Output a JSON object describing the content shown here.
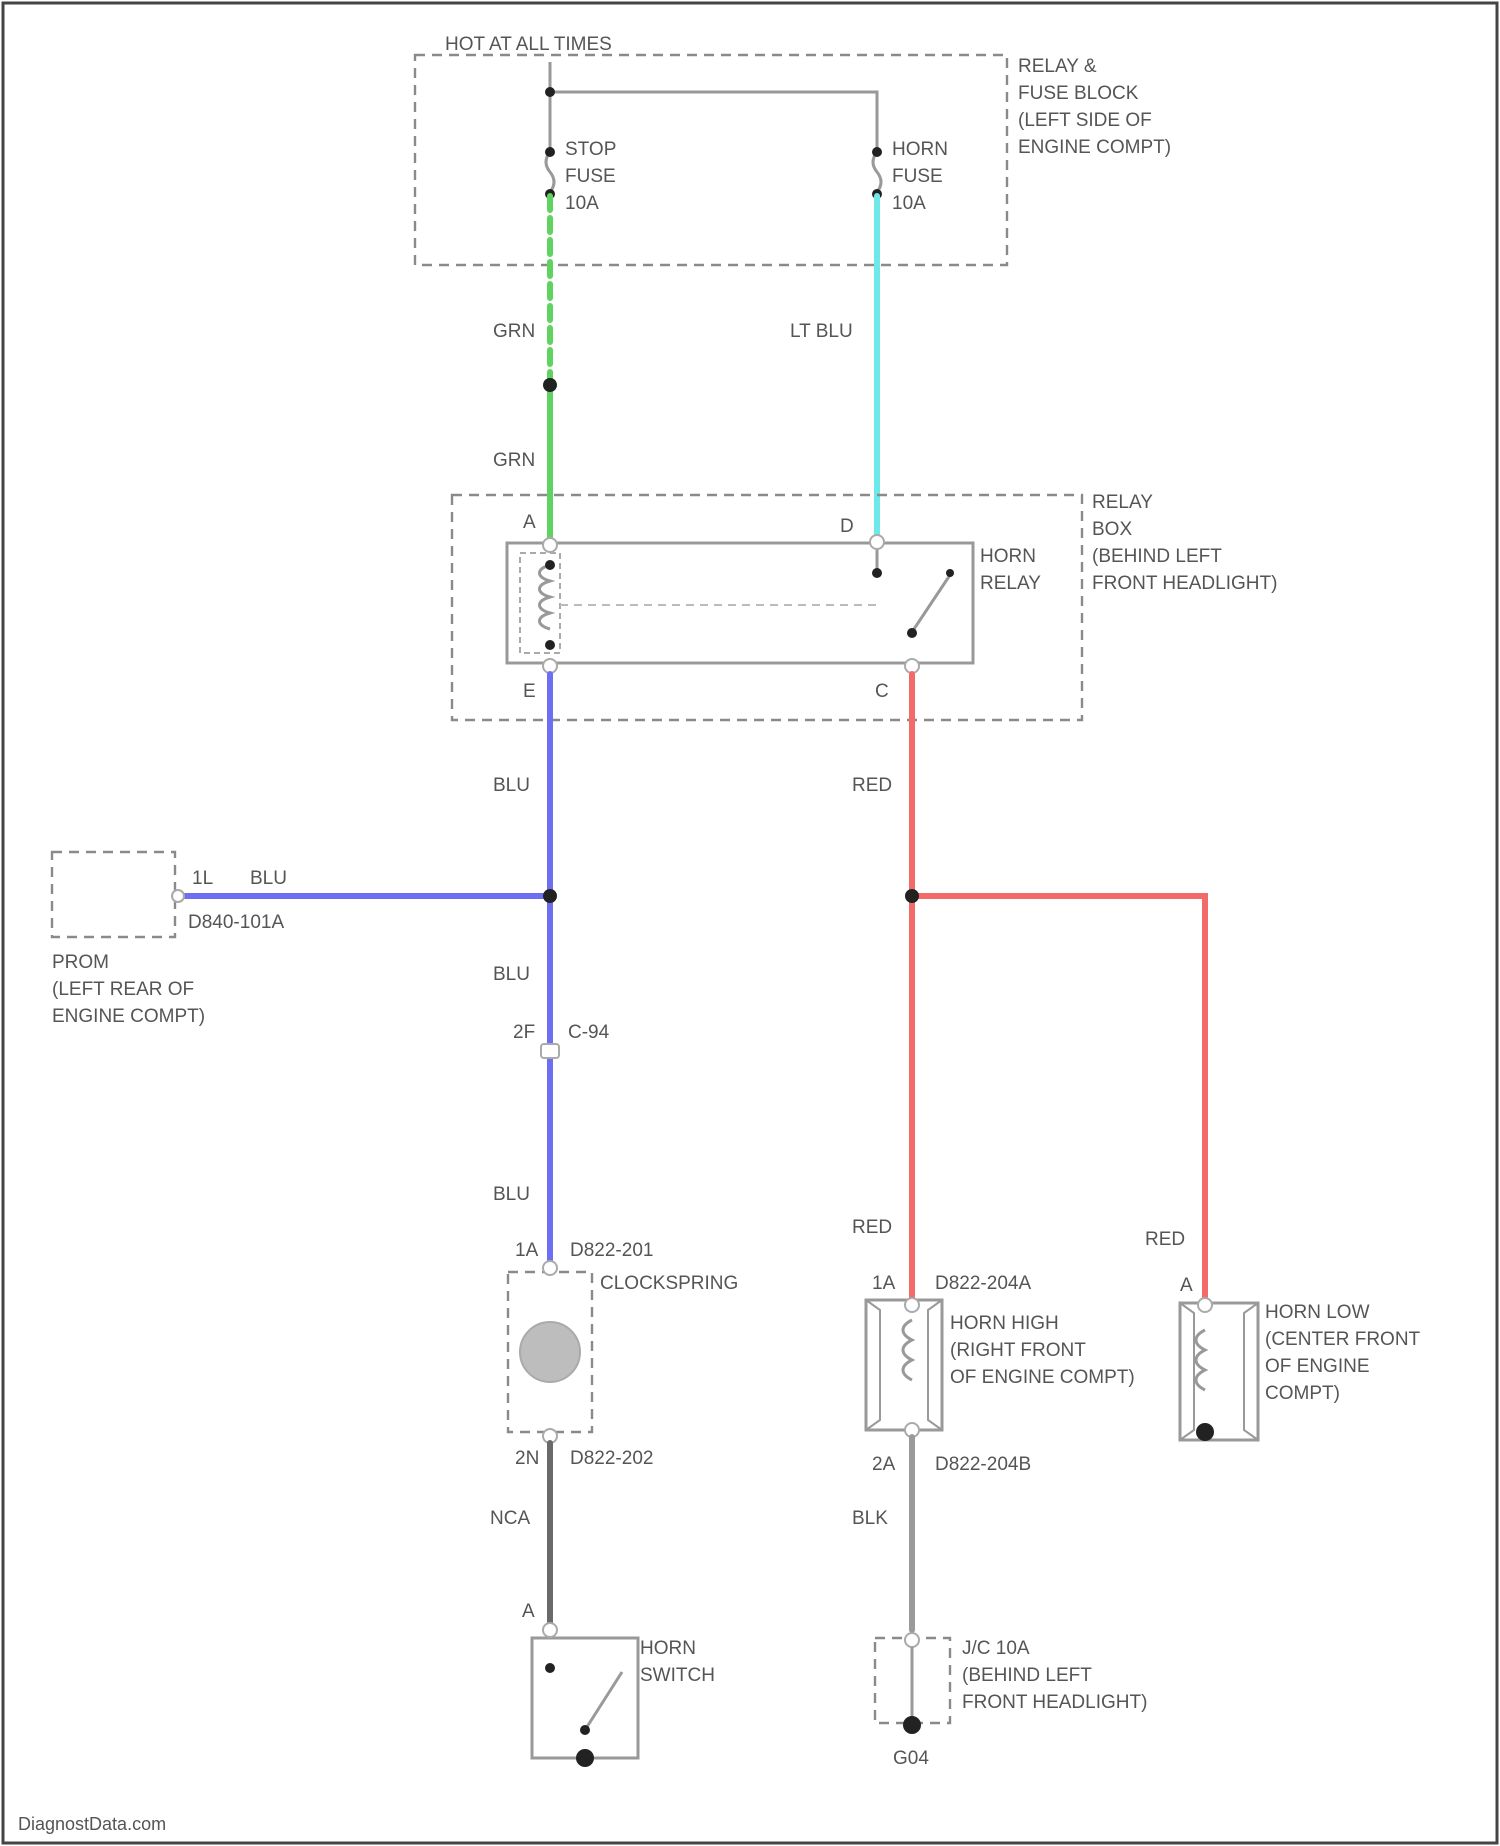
{
  "labels": {
    "hot_at_all_times": "HOT AT ALL TIMES",
    "fuse_block": [
      "RELAY &",
      "FUSE BLOCK",
      "(LEFT SIDE OF",
      "ENGINE COMPT)"
    ],
    "stop_fuse": [
      "STOP",
      "FUSE",
      "10A"
    ],
    "horn_fuse": [
      "HORN",
      "FUSE",
      "10A"
    ],
    "wire_grn_upper": "GRN",
    "wire_grn_lower": "GRN",
    "wire_ltblu": "LT BLU",
    "relay_box": [
      "RELAY",
      "BOX",
      "(BEHIND LEFT",
      "FRONT HEADLIGHT)"
    ],
    "horn_relay": [
      "HORN",
      "RELAY"
    ],
    "pin_a_relay": "A",
    "pin_d_relay": "D",
    "pin_e_relay": "E",
    "pin_c_relay": "C",
    "wire_blu_1": "BLU",
    "wire_red_1": "RED",
    "pin_1l": "1L",
    "wire_blu_pcm": "BLU",
    "pcm_connector": "D840-101A",
    "pcm": [
      "PROM",
      "(LEFT REAR OF",
      "ENGINE COMPT)"
    ],
    "wire_blu_2": "BLU",
    "pin_2f": "2F",
    "connector_c94": "C-94",
    "wire_blu_3": "BLU",
    "pin_1a_clock": "1A",
    "clock_connector_top": "D822-201",
    "clockspring": "CLOCKSPRING",
    "pin_2n": "2N",
    "clock_connector_bottom": "D822-202",
    "wire_nca": "NCA",
    "pin_a_switch": "A",
    "horn_switch": [
      "HORN",
      "SWITCH"
    ],
    "wire_red_2": "RED",
    "pin_1a_horn": "1A",
    "horn_high_connector_top": "D822-204A",
    "horn_high": [
      "HORN HIGH",
      "(RIGHT FRONT",
      "OF ENGINE COMPT)"
    ],
    "pin_2a_horn": "2A",
    "horn_high_connector_bottom": "D822-204B",
    "wire_blk": "BLK",
    "junction_connector": [
      "J/C 10A",
      "(BEHIND LEFT",
      "FRONT HEADLIGHT)"
    ],
    "ground": "G04",
    "wire_red_3": "RED",
    "pin_a_horn_low": "A",
    "horn_low": [
      "HORN LOW",
      "(CENTER FRONT",
      "OF ENGINE",
      "COMPT)"
    ],
    "watermark": "DiagnostData.com"
  },
  "wire_colors": {
    "grn": "#5fd35f",
    "ltblu": "#6fe8ea",
    "blu": "#6e6ef2",
    "red": "#f26a6a",
    "nca": "#6a6a6a",
    "blk": "#9a9a9a"
  }
}
